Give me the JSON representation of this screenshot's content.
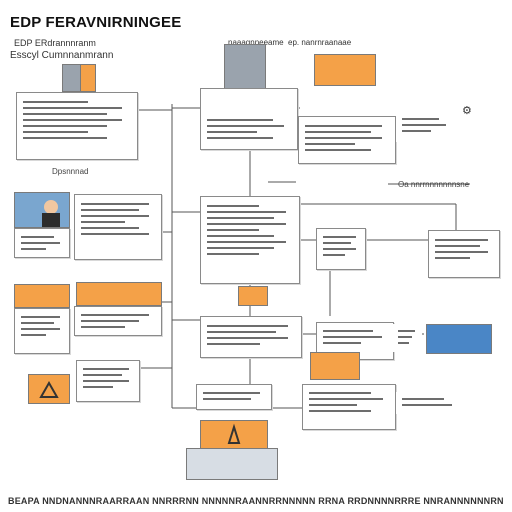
{
  "title": "EDP FERAVNIRNINGEE",
  "subtitle_1": "EDP ERdrannnranm",
  "subtitle_2": "Esscyl Cumnnanmrann",
  "top_header_left": "naaagnneeame",
  "top_header_right": "ep. nanrnraanaae",
  "left_caption": "Dpsnnnad",
  "right_note": "Oa nnrrnnnnnnnsne",
  "footer": "BEAPA NNDNANNNRAARRAAN NNRRRNN NNNNNRAANNRRNNNNN RRNA RRDNNNNRRRE NNRANNNNNNRNNNNNNENE",
  "icons": [
    "user-icon",
    "gear-icon",
    "document-icon",
    "folder-icon",
    "chart-icon",
    "database-icon",
    "cloud-icon"
  ],
  "colors": {
    "accent": "#f4a148",
    "secondary": "#4a86c6",
    "line": "#555555"
  }
}
